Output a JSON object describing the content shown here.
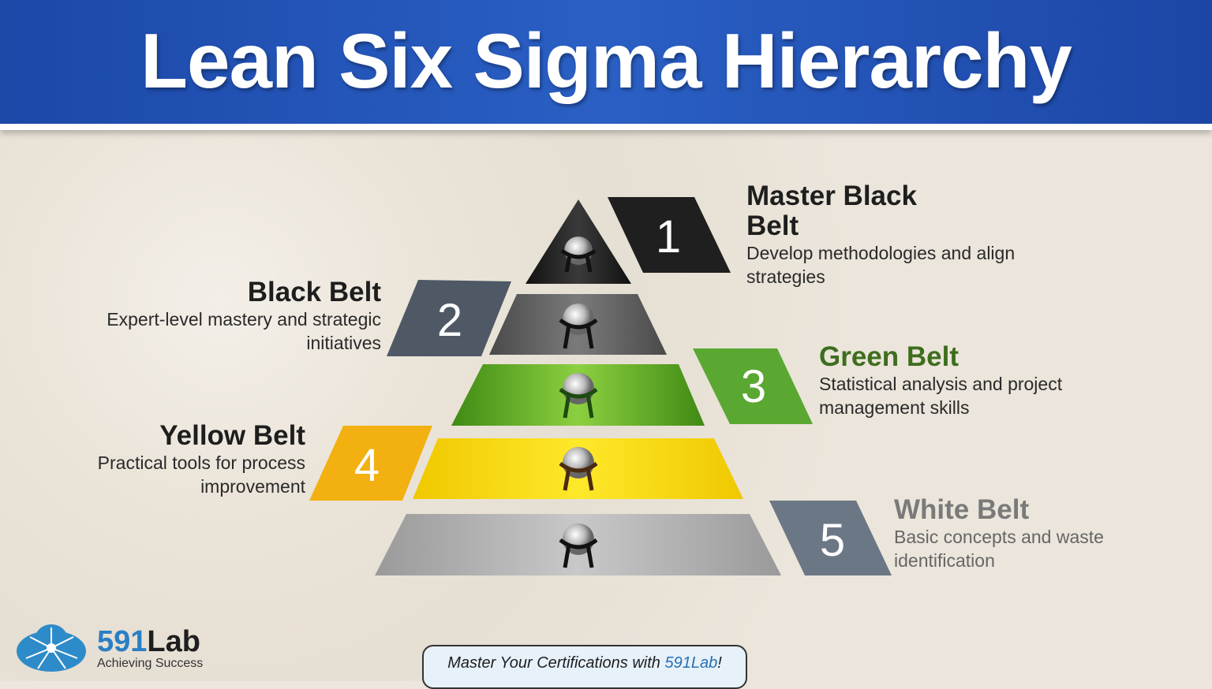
{
  "title": "Lean Six Sigma Hierarchy",
  "levels": [
    {
      "number": "1",
      "name": "Master Black Belt",
      "name_line1": "Master Black",
      "name_line2": "Belt",
      "description": "Develop methodologies and align strategies",
      "color": "#1f1f1f"
    },
    {
      "number": "2",
      "name": "Black Belt",
      "description": "Expert-level mastery and strategic initiatives",
      "color": "#4f5966"
    },
    {
      "number": "3",
      "name": "Green Belt",
      "description": "Statistical analysis and project management skills",
      "color": "#5aa832"
    },
    {
      "number": "4",
      "name": "Yellow Belt",
      "description": "Practical tools for process improvement",
      "color": "#f2b111"
    },
    {
      "number": "5",
      "name": "White Belt",
      "description": "Basic concepts and waste identification",
      "color": "#6b7785"
    }
  ],
  "logo": {
    "brand_num": "591",
    "brand_text": "Lab",
    "tagline": "Achieving Success"
  },
  "banner": {
    "text": "Master Your Certifications with ",
    "brand": "591Lab",
    "suffix": "!"
  }
}
